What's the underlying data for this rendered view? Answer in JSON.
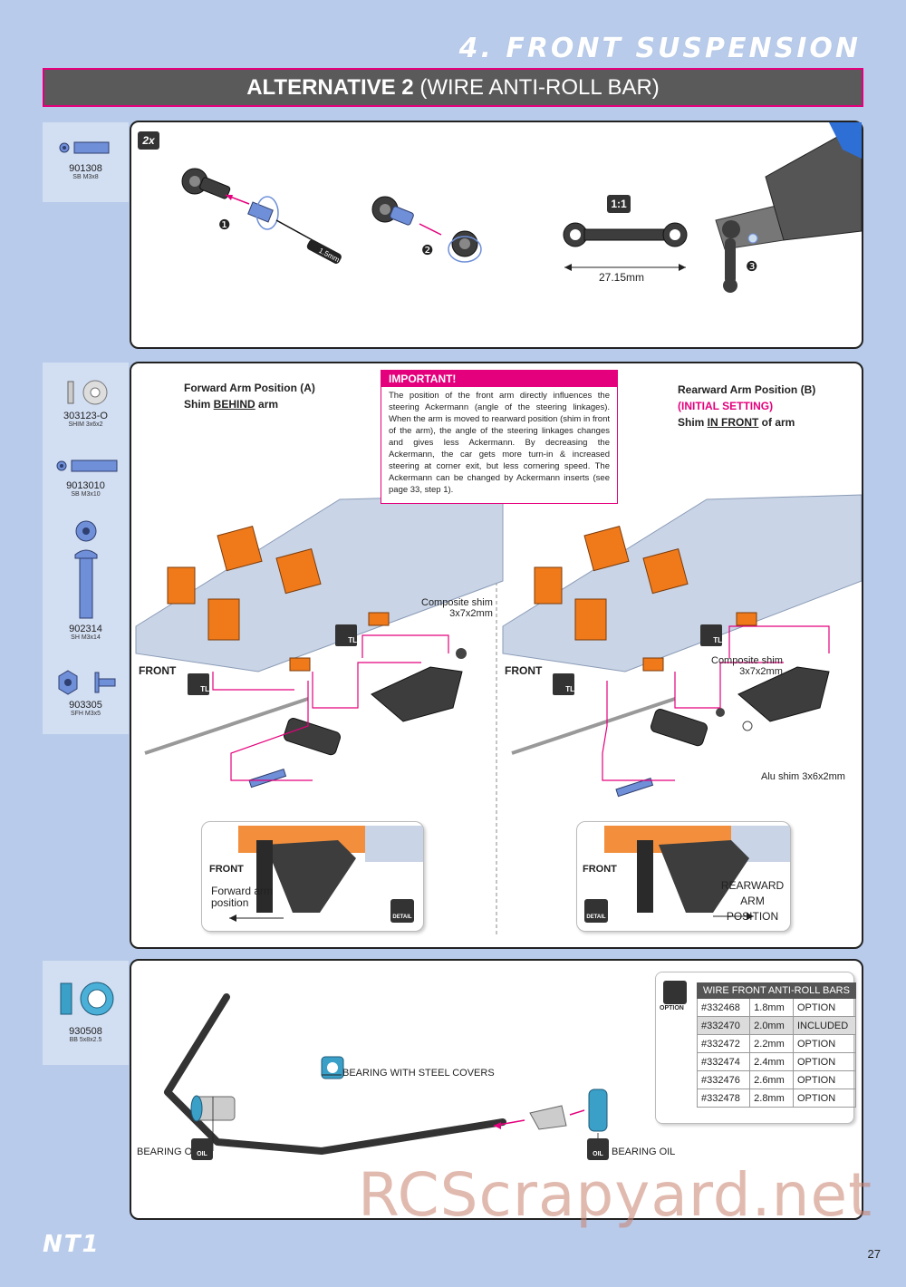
{
  "header": {
    "section": "4. FRONT SUSPENSION",
    "title_bold": "ALTERNATIVE 2",
    "title_rest": " (WIRE ANTI-ROLL BAR)"
  },
  "parts_group1": [
    {
      "code": "901308",
      "desc": "SB M3x8"
    }
  ],
  "parts_group2": [
    {
      "code": "303123-O",
      "desc": "SHIM 3x6x2"
    },
    {
      "code": "9013010",
      "desc": "SB M3x10"
    },
    {
      "code": "902314",
      "desc": "SH M3x14"
    },
    {
      "code": "903305",
      "desc": "SFH M3x5"
    }
  ],
  "parts_group3": [
    {
      "code": "930508",
      "desc": "BB 5x8x2.5"
    }
  ],
  "step1": {
    "qty": "2x",
    "tool_size": "1.5mm",
    "step_a": "❶",
    "step_b": "❷",
    "step_c": "❸",
    "ratio": "1:1",
    "length": "27.15mm"
  },
  "step2": {
    "left_title": "Forward Arm Position (A)",
    "left_sub_pre": "Shim ",
    "left_sub_ul": "BEHIND",
    "left_sub_post": " arm",
    "right_title": "Rearward Arm Position (B)",
    "right_initial": "(INITIAL SETTING)",
    "right_sub_pre": "Shim ",
    "right_sub_ul": "IN FRONT",
    "right_sub_post": " of arm",
    "important_head": "IMPORTANT!",
    "important_body": "The position of the front arm directly influences the steering Ackermann (angle of the steering linkages). When the arm is moved to rearward position (shim in front of  the arm), the angle of the steering linkages changes and gives less Ackermann. By decreasing the Ackermann, the car gets more turn-in & increased steering at corner exit, but less cornering speed. The Ackermann can be changed by Ackermann inserts (see page 33, step 1).",
    "composite_left": "Composite shim\n3x7x2mm",
    "composite_right": "Composite shim\n3x7x2mm",
    "alu_shim": "Alu shim 3x6x2mm",
    "front": "FRONT",
    "tl": "TL",
    "detail_left_front": "FRONT",
    "detail_left_caption": "Forward arm\nposition",
    "detail_right_front": "FRONT",
    "detail_right_caption": "REARWARD\nARM POSITION",
    "detail_icon": "DETAIL"
  },
  "step3": {
    "bearing_label": "BEARING WITH STEEL COVERS",
    "oil_left": "BEARING OIL",
    "oil_right": "BEARING OIL",
    "oil_icon": "OIL",
    "option_icon": "OPTION",
    "table_header": "WIRE FRONT ANTI-ROLL BARS",
    "table_rows": [
      {
        "part": "#332468",
        "size": "1.8mm",
        "status": "OPTION"
      },
      {
        "part": "#332470",
        "size": "2.0mm",
        "status": "INCLUDED"
      },
      {
        "part": "#332472",
        "size": "2.2mm",
        "status": "OPTION"
      },
      {
        "part": "#332474",
        "size": "2.4mm",
        "status": "OPTION"
      },
      {
        "part": "#332476",
        "size": "2.6mm",
        "status": "OPTION"
      },
      {
        "part": "#332478",
        "size": "2.8mm",
        "status": "OPTION"
      }
    ]
  },
  "footer": {
    "logo": "NT1",
    "page": "27",
    "watermark": "RCScrapyard.net"
  },
  "colors": {
    "background": "#b8cbea",
    "accent": "#e4007c",
    "orange": "#f07a1a",
    "blue_part": "#6f8fd8",
    "dark_part": "#3a3a3a"
  }
}
